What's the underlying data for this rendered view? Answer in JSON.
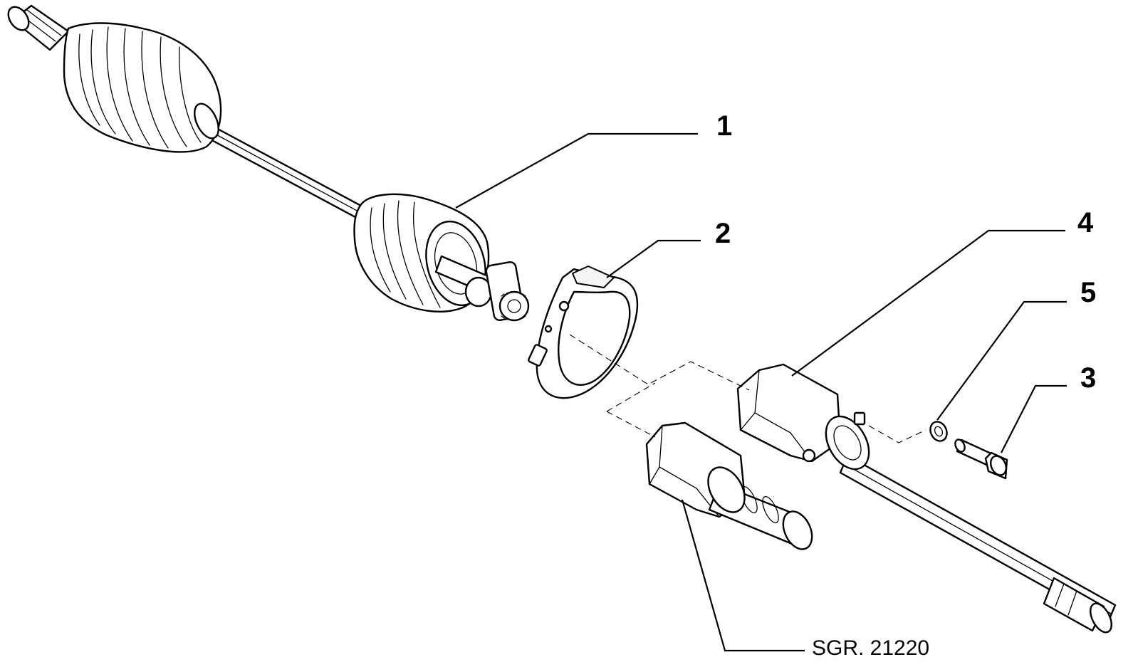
{
  "callouts": [
    {
      "id": "1",
      "label": "1"
    },
    {
      "id": "2",
      "label": "2"
    },
    {
      "id": "4",
      "label": "4"
    },
    {
      "id": "5",
      "label": "5"
    },
    {
      "id": "3",
      "label": "3"
    }
  ],
  "reference": {
    "label": "SGR. 21220"
  }
}
